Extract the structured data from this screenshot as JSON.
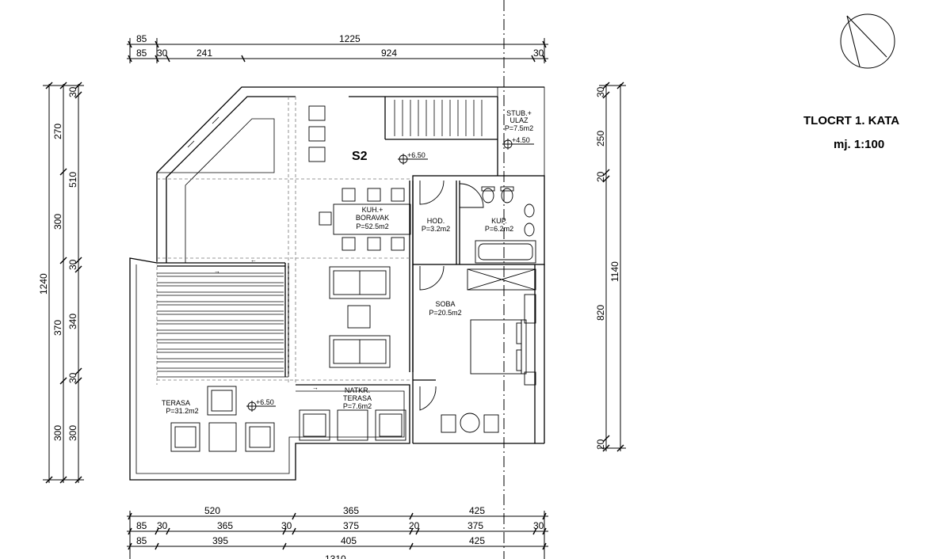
{
  "title": {
    "main": "TLOCRT 1. KATA",
    "scale": "mj. 1:100"
  },
  "unit_label": "S2",
  "rooms": {
    "kitchen": {
      "name": "KUH.+",
      "name2": "BORAVAK",
      "area": "P=52.5m2"
    },
    "stairs": {
      "name": "STUB.+",
      "name2": "ULAZ",
      "area": "P=7.5m2"
    },
    "hall": {
      "name": "HOD.",
      "area": "P=3.2m2"
    },
    "bath": {
      "name": "KUP.",
      "area": "P=6.2m2"
    },
    "bedroom": {
      "name": "SOBA",
      "area": "P=20.5m2"
    },
    "covered_terrace": {
      "name": "NATKR.",
      "name2": "TERASA",
      "area": "P=7.6m2"
    },
    "terrace": {
      "name": "TERASA",
      "area": "P=31.2m2"
    }
  },
  "levels": {
    "main": "+6.50",
    "stairs": "+4.50",
    "terrace": "+6.50"
  },
  "dimensions": {
    "top_row1": [
      "85",
      "1225"
    ],
    "top_row2": [
      "85",
      "30",
      "241",
      "924",
      "30"
    ],
    "left_outer": [
      "1240"
    ],
    "left_mid": [
      "270",
      "510",
      "300",
      "370",
      "300"
    ],
    "left_inner": [
      "30",
      "30",
      "340",
      "30",
      "300"
    ],
    "right_outer": [
      "1140"
    ],
    "right_inner": [
      "30",
      "250",
      "20",
      "820",
      "20"
    ],
    "bottom_row1": [
      "520",
      "365",
      "425"
    ],
    "bottom_row2": [
      "85",
      "30",
      "365",
      "30",
      "375",
      "20",
      "375",
      "30"
    ],
    "bottom_row3": [
      "85",
      "395",
      "405",
      "425"
    ],
    "bottom_total": "1310"
  }
}
